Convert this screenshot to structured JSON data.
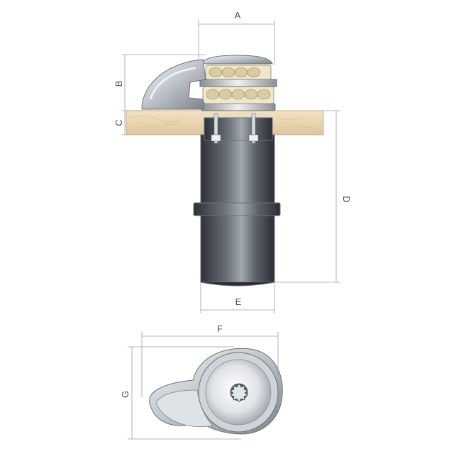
{
  "dimensions": {
    "a": "A",
    "b": "B",
    "c": "C",
    "d": "D",
    "e": "E",
    "f": "F",
    "g": "G"
  },
  "colors": {
    "line": "#9a9fa6",
    "deck": "#e9d6b0",
    "motor_dark": "#3d4148",
    "motor_light": "#9aa0a8",
    "chrome": "#c9ced4",
    "gypsy": "#e6dcb8"
  }
}
